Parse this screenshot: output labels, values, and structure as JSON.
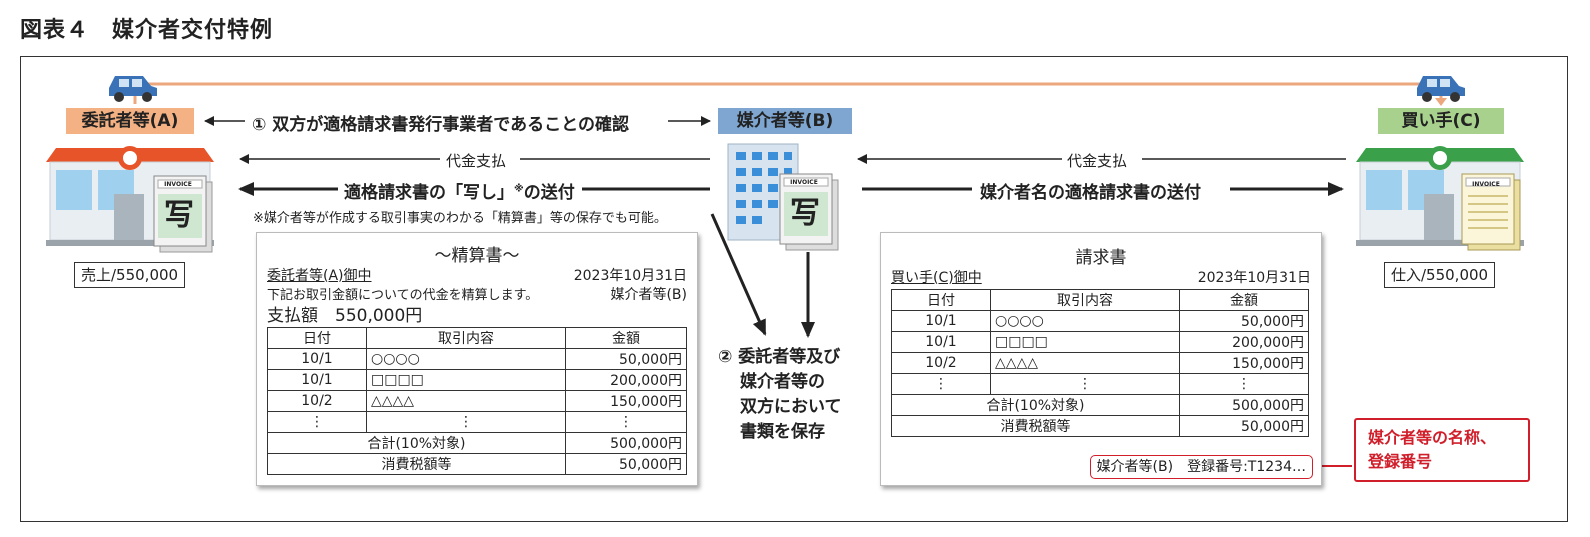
{
  "figure_title": "図表４　媒介者交付特例",
  "parties": {
    "consignor": "委託者等(A)",
    "intermediary": "媒介者等(B)",
    "buyer": "買い手(C)"
  },
  "flows": {
    "step1": "① 双方が適格請求書発行事業者であることの確認",
    "payment_left": "代金支払",
    "payment_right": "代金支払",
    "copy_send": "適格請求書の「写し」",
    "copy_mark": "※",
    "copy_send_suffix": "の送付",
    "invoice_send": "媒介者名の適格請求書の送付",
    "note": "※媒介者等が作成する取引事実のわかる「精算書」等の保存でも可能。",
    "step2_lines": [
      "② 委託者等及び",
      "媒介者等の",
      "双方において",
      "書類を保存"
    ]
  },
  "accounts": {
    "sales": "売上/550,000",
    "purchase": "仕入/550,000"
  },
  "icons": {
    "copy_char": "写",
    "invoice_tag": "INVOICE"
  },
  "settlement": {
    "title": "～精算書～",
    "addressee": "委託者等(A)御中",
    "date": "2023年10月31日",
    "message": "下記お取引金額についての代金を精算します。",
    "issuer": "媒介者等(B)",
    "total_label": "支払額　550,000円",
    "headers": [
      "日付",
      "取引内容",
      "金額"
    ],
    "rows": [
      [
        "10/1",
        "○○○○",
        "50,000円"
      ],
      [
        "10/1",
        "□□□□",
        "200,000円"
      ],
      [
        "10/2",
        "△△△△",
        "150,000円"
      ],
      [
        "⋮",
        "⋮",
        "⋮"
      ]
    ],
    "sum_label": "合計(10%対象)",
    "sum_value": "500,000円",
    "tax_label": "消費税額等",
    "tax_value": "50,000円"
  },
  "invoice": {
    "title": "請求書",
    "addressee": "買い手(C)御中",
    "date": "2023年10月31日",
    "headers": [
      "日付",
      "取引内容",
      "金額"
    ],
    "rows": [
      [
        "10/1",
        "○○○○",
        "50,000円"
      ],
      [
        "10/1",
        "□□□□",
        "200,000円"
      ],
      [
        "10/2",
        "△△△△",
        "150,000円"
      ],
      [
        "⋮",
        "⋮",
        "⋮"
      ]
    ],
    "sum_label": "合計(10%対象)",
    "sum_value": "500,000円",
    "tax_label": "消費税額等",
    "tax_value": "50,000円",
    "registration": "媒介者等(B)　登録番号:T1234…"
  },
  "callout_lines": [
    "媒介者等の名称、",
    "登録番号"
  ],
  "colors": {
    "consignor_bg": "#f4b183",
    "intermediary_bg": "#7ea6d1",
    "buyer_bg": "#a9d18e",
    "line_top": "#eda77d",
    "accent_red": "#d01f2b"
  }
}
